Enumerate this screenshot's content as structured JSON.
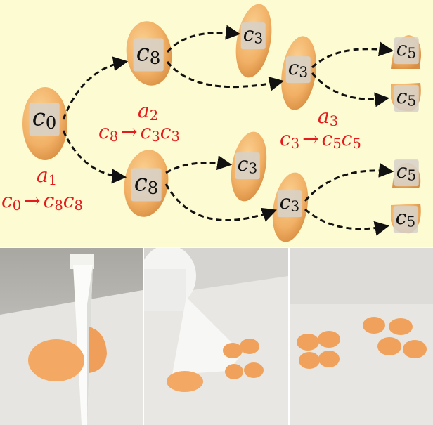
{
  "diagram": {
    "nodes": {
      "root": {
        "sym": "c",
        "sub": "0"
      },
      "upper_mid": {
        "sym": "c",
        "sub": "8"
      },
      "lower_mid": {
        "sym": "c",
        "sub": "8"
      },
      "upper_top_leaf": {
        "sym": "c",
        "sub": "3"
      },
      "upper_right": {
        "sym": "c",
        "sub": "3"
      },
      "lower_top_leaf": {
        "sym": "c",
        "sub": "3"
      },
      "lower_right": {
        "sym": "c",
        "sub": "3"
      },
      "upper_right_leaf_a": {
        "sym": "c",
        "sub": "5"
      },
      "upper_right_leaf_b": {
        "sym": "c",
        "sub": "5"
      },
      "lower_right_leaf_a": {
        "sym": "c",
        "sub": "5"
      },
      "lower_right_leaf_b": {
        "sym": "c",
        "sub": "5"
      }
    },
    "rules": [
      {
        "action": "a",
        "action_sub": "1",
        "lhs": "c",
        "lhs_sub": "0",
        "arrow": "→",
        "rhs": [
          "c",
          "8",
          "c",
          "8"
        ]
      },
      {
        "action": "a",
        "action_sub": "2",
        "lhs": "c",
        "lhs_sub": "8",
        "arrow": "→",
        "rhs": [
          "c",
          "3",
          "c",
          "3"
        ]
      },
      {
        "action": "a",
        "action_sub": "3",
        "lhs": "c",
        "lhs_sub": "3",
        "arrow": "→",
        "rhs": [
          "c",
          "5",
          "c",
          "5"
        ]
      }
    ],
    "colors": {
      "background": "#fdfbd2",
      "rule_text": "#e41a1c",
      "object": "#f2b46a",
      "edge": "#111111"
    }
  },
  "photos": [
    {
      "name": "knife-cutting-whole-object"
    },
    {
      "name": "robot-arm-with-cut-pieces"
    },
    {
      "name": "final-cut-pieces"
    }
  ]
}
